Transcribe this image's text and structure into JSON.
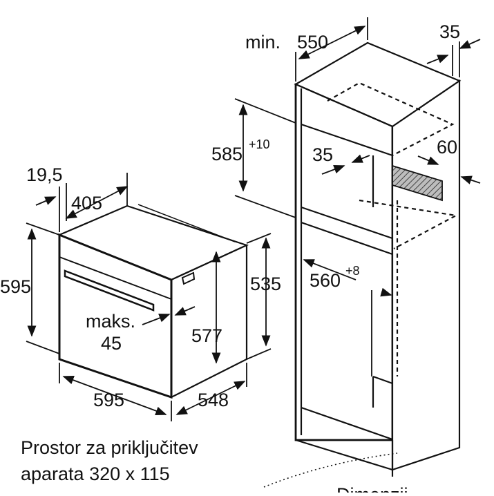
{
  "oven": {
    "depth_recess": "19,5",
    "top_depth": "405",
    "height": "595",
    "front_height": "535",
    "inner_height": "577",
    "width": "595",
    "depth": "548",
    "max_label": "maks.",
    "max_value": "45"
  },
  "cabinet": {
    "min_label": "min.",
    "min_depth": "550",
    "back_gap": "35",
    "niche_height": "585",
    "niche_height_tol": "+10",
    "vent_depth": "35",
    "vent_gap": "60",
    "niche_width": "560",
    "niche_width_tol": "+8"
  },
  "note": {
    "line1": "Prostor za priključitev",
    "line2": "aparata 320 x 115",
    "cut_text": "Dimenzij"
  },
  "colors": {
    "line": "#111111",
    "hatch": "#555555"
  }
}
